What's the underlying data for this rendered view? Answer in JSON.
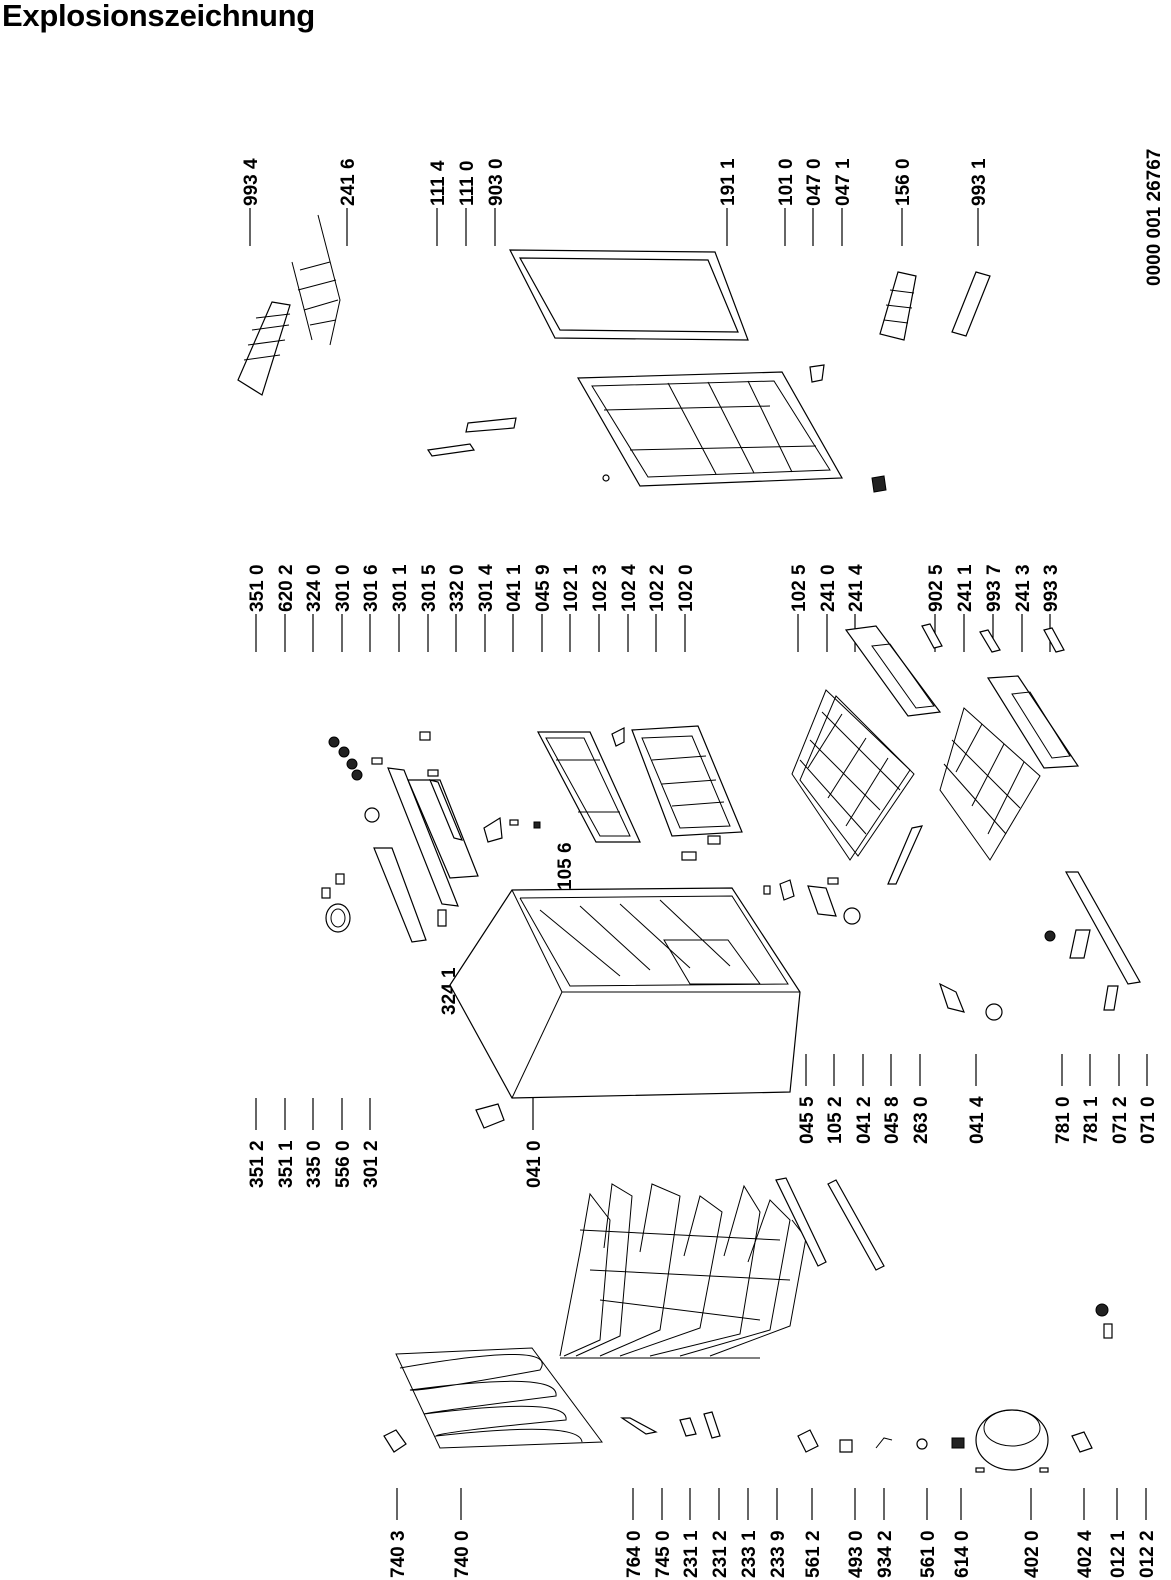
{
  "title": "Explosionszeichnung",
  "document_number": "0000 001 26767",
  "part_numbers": {
    "top_right_a": [
      "993 4",
      "241 6"
    ],
    "top_right_b": [
      "111 4",
      "111 0",
      "903 0",
      "191 1",
      "101 0",
      "047 0",
      "047 1",
      "156 0",
      "993 1"
    ],
    "middle_top": [
      "351 0",
      "620 2",
      "324 0",
      "301 0",
      "301 6",
      "301 1",
      "301 5",
      "332 0",
      "301 4",
      "041 1",
      "045 9",
      "102 1",
      "102 3",
      "102 4",
      "102 2",
      "102 0",
      "102 5",
      "241 0",
      "241 4",
      "902 5",
      "241 1",
      "993 7",
      "241 3",
      "993 3"
    ],
    "middle_single": [
      "105 6",
      "324 1"
    ],
    "middle_bottom_left": [
      "351 2",
      "351 1",
      "335 0",
      "556 0",
      "301 2",
      "041 0"
    ],
    "middle_bottom_right": [
      "045 5",
      "105 2",
      "041 2",
      "045 8",
      "263 0",
      "041 4",
      "781 0",
      "781 1",
      "071 2",
      "071 0"
    ],
    "bottom_row": [
      "740 3",
      "740 0",
      "764 0",
      "745 0",
      "231 1",
      "231 2",
      "233 1",
      "233 9",
      "561 2",
      "493 0",
      "934 2",
      "561 0",
      "614 0",
      "402 0",
      "402 4",
      "012 1",
      "012 2"
    ]
  }
}
